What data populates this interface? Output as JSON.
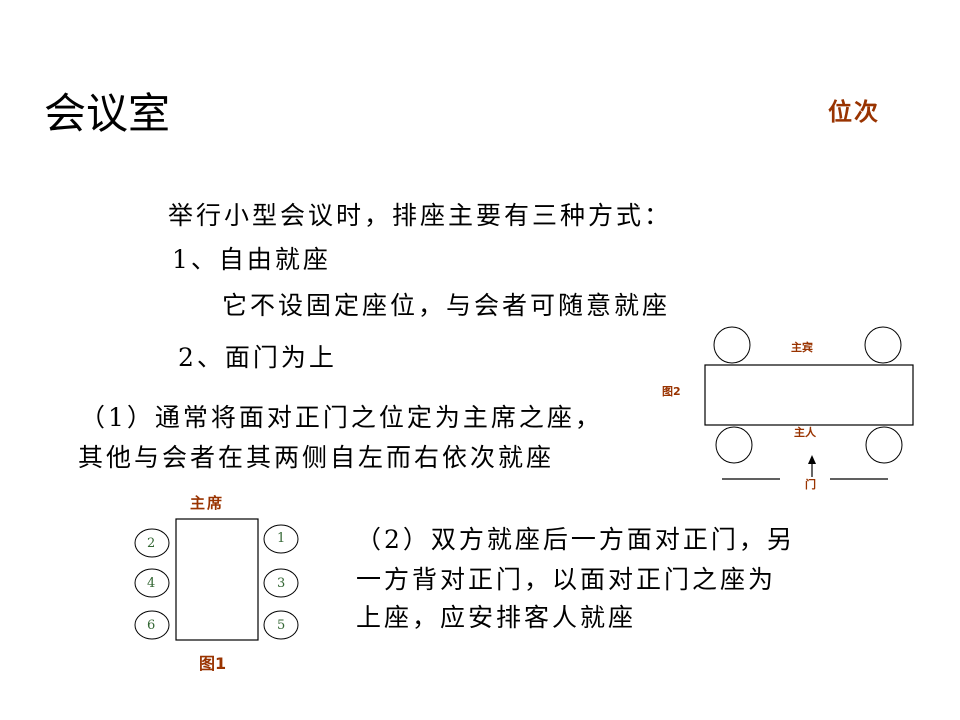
{
  "slide": {
    "title": "会议室",
    "tag": "位次"
  },
  "body": {
    "intro": "举行小型会议时，排座主要有三种方式：",
    "item1_heading": "1、自由就座",
    "item1_desc": "它不设固定座位，与会者可随意就座",
    "item2_heading": "2、面门为上",
    "item2_p1_line1": "（1）通常将面对正门之位定为主席之座，",
    "item2_p1_line2": "其他与会者在其两侧自左而右依次就座",
    "item2_p2_line1": "（2）双方就座后一方面对正门，另",
    "item2_p2_line2": "一方背对正门，以面对正门之座为",
    "item2_p2_line3": "上座，应安排客人就座"
  },
  "figure1": {
    "head_label": "主席",
    "caption": "图1",
    "left_seats": [
      "2",
      "4",
      "6"
    ],
    "right_seats": [
      "1",
      "3",
      "5"
    ]
  },
  "figure2": {
    "caption": "图2",
    "guest_label": "主宾",
    "host_label": "主人",
    "door_label": "门"
  },
  "colors": {
    "label_red": "#993300",
    "seat_number_green": "#336633"
  }
}
